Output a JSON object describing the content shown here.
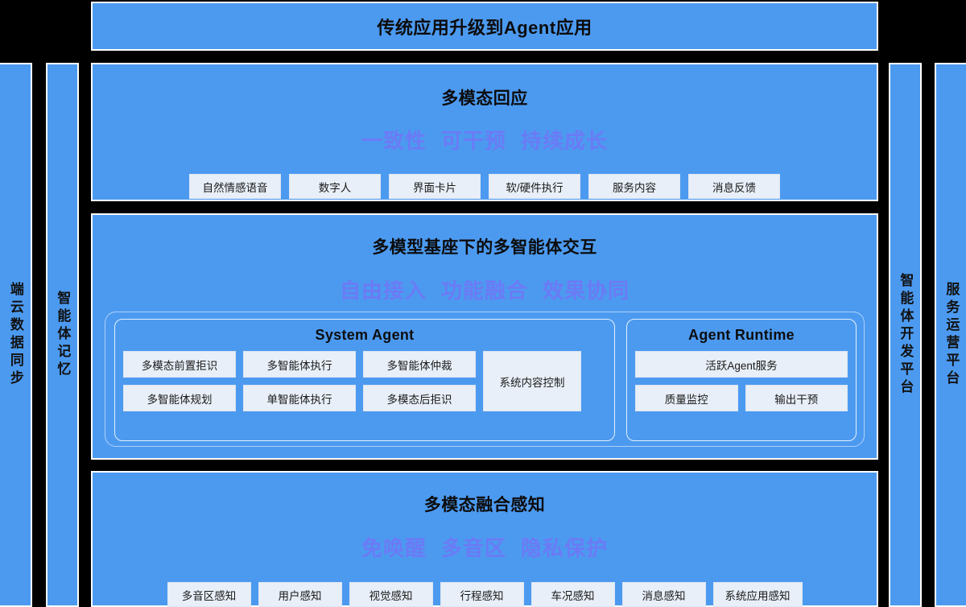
{
  "banner": {
    "title": "传统应用升级到Agent应用"
  },
  "side_columns": {
    "left": [
      {
        "name": "device-cloud-data-sync",
        "label": "端云数据同步"
      },
      {
        "name": "agent-memory",
        "label": "智能体记忆"
      }
    ],
    "right": [
      {
        "name": "agent-dev-platform",
        "label": "智能体开发平台"
      },
      {
        "name": "service-ops-platform",
        "label": "服务运营平台"
      }
    ]
  },
  "panels": {
    "response": {
      "title": "多模态回应",
      "keywords": [
        "一致性",
        "可干预",
        "持续成长"
      ],
      "chips": [
        "自然情感语音",
        "数字人",
        "界面卡片",
        "软/硬件执行",
        "服务内容",
        "消息反馈"
      ]
    },
    "interaction": {
      "title": "多模型基座下的多智能体交互",
      "keywords": [
        "自由接入",
        "功能融合",
        "效果协同"
      ],
      "system_agent": {
        "title": "System Agent",
        "grid": [
          "多模态前置拒识",
          "多智能体执行",
          "多智能体仲裁",
          "多智能体规划",
          "单智能体执行",
          "多模态后拒识"
        ],
        "tall_cell": "系统内容控制"
      },
      "agent_runtime": {
        "title": "Agent Runtime",
        "full_cell": "活跃Agent服务",
        "split_cells": [
          "质量监控",
          "输出干预"
        ]
      }
    },
    "perception": {
      "title": "多模态融合感知",
      "keywords": [
        "免唤醒",
        "多音区",
        "隐私保护"
      ],
      "chips": [
        "多音区感知",
        "用户感知",
        "视觉感知",
        "行程感知",
        "车况感知",
        "消息感知",
        "系统应用感知"
      ]
    }
  },
  "colors": {
    "background": "#000000",
    "panel_blue": "#4C9AF0",
    "chip_fill": "#E8EFF8",
    "keyword_purple": "#6B7BF5",
    "border_white": "#FFFFFF"
  }
}
